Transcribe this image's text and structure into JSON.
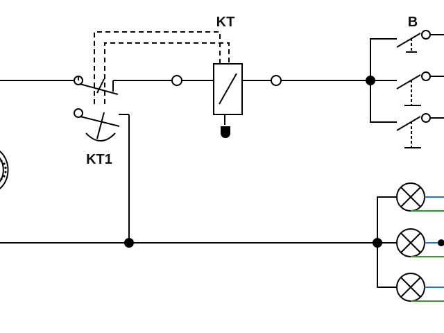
{
  "diagram": {
    "labels": {
      "relay": "KT",
      "contact_group": "KT1",
      "switch_block": "B"
    },
    "colors": {
      "wire": "#000000",
      "blue_wire": "#1a73d9",
      "green_wire": "#2aa02a",
      "background": "#ffffff"
    },
    "icons": [
      "switch-icon",
      "lamp-icon",
      "relay-coil-icon",
      "terminal-icon",
      "junction-icon"
    ]
  }
}
